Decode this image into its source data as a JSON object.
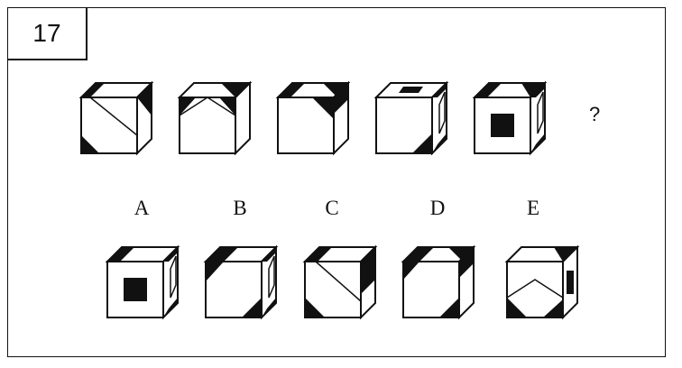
{
  "question_number": "17",
  "missing_marker": "?",
  "options": [
    {
      "label": "A"
    },
    {
      "label": "B"
    },
    {
      "label": "C"
    },
    {
      "label": "D"
    },
    {
      "label": "E"
    }
  ],
  "colors": {
    "ink": "#111111",
    "paper": "#ffffff"
  }
}
